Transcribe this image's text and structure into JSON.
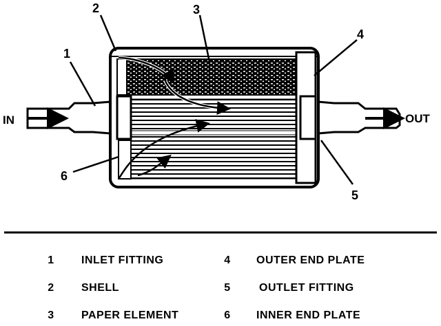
{
  "flow": {
    "in_label": "IN",
    "out_label": "OUT"
  },
  "callouts": [
    "1",
    "2",
    "3",
    "4",
    "5",
    "6"
  ],
  "legend": [
    {
      "number": "1",
      "text": "INLET FITTING"
    },
    {
      "number": "2",
      "text": "SHELL"
    },
    {
      "number": "3",
      "text": "PAPER ELEMENT"
    },
    {
      "number": "4",
      "text": "OUTER END PLATE"
    },
    {
      "number": "5",
      "text": "OUTLET FITTING"
    },
    {
      "number": "6",
      "text": "INNER END PLATE"
    }
  ]
}
